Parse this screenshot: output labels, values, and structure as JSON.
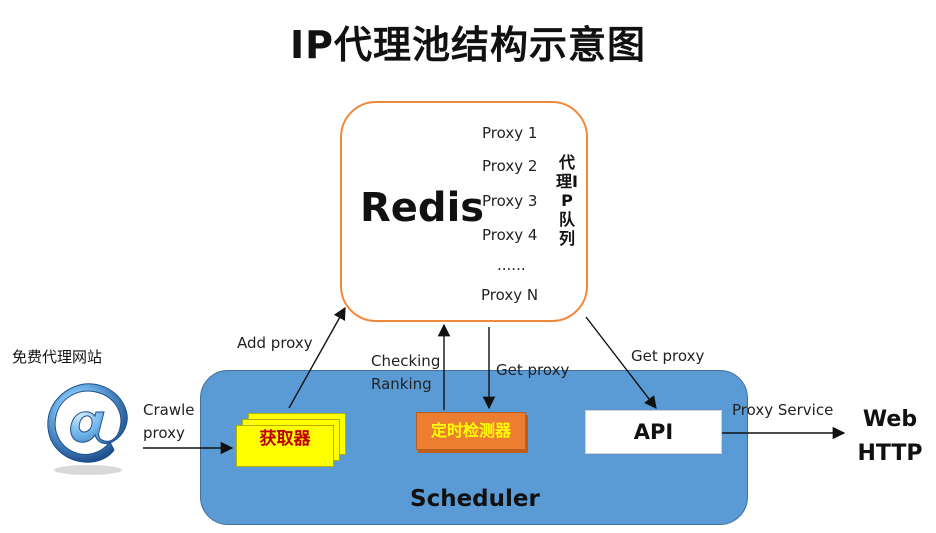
{
  "title": "IP代理池结构示意图",
  "redis": {
    "label": "Redis",
    "proxies": [
      "Proxy 1",
      "Proxy 2",
      "Proxy 3",
      "Proxy 4",
      "......",
      "Proxy N"
    ],
    "queue_label": "代理IP队列"
  },
  "scheduler": {
    "label": "Scheduler",
    "fetcher_label": "获取器",
    "detector_label": "定时检测器",
    "api_label": "API"
  },
  "source": {
    "label": "免费代理网站",
    "icon": "at-sign-globe-icon"
  },
  "edges": {
    "crawl_proxy": [
      "Crawle",
      "proxy"
    ],
    "add_proxy": "Add proxy",
    "checking_ranking": [
      "Checking",
      "Ranking"
    ],
    "get_proxy_detector": "Get proxy",
    "get_proxy_api": "Get proxy",
    "proxy_service": "Proxy Service"
  },
  "output": {
    "line1": "Web",
    "line2": "HTTP"
  },
  "colors": {
    "redis_border": "#ef8a3c",
    "scheduler_fill": "#5b9bd5",
    "fetcher_fill": "#ffff00",
    "fetcher_text": "#c00000",
    "detector_fill": "#ed7d31",
    "detector_text": "#ffff00"
  }
}
